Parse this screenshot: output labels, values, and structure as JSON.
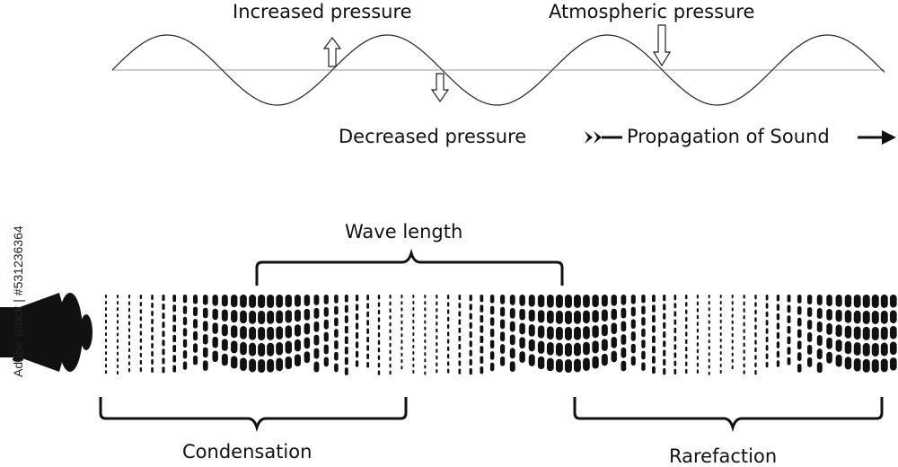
{
  "labels": {
    "increased": "Increased pressure",
    "atmospheric": "Atmospheric pressure",
    "decreased": "Decreased pressure",
    "propagation": "Propagation of Sound",
    "wavelength": "Wave length",
    "condensation": "Condensation",
    "rarefaction": "Rarefaction"
  },
  "watermark": "Adobe Stock | #531236364",
  "pressure_wave": {
    "cycles": 3.5
  },
  "icons": [
    "up-arrow-icon",
    "down-arrow-icon",
    "propagation-arrow-icon",
    "loudspeaker-icon"
  ]
}
